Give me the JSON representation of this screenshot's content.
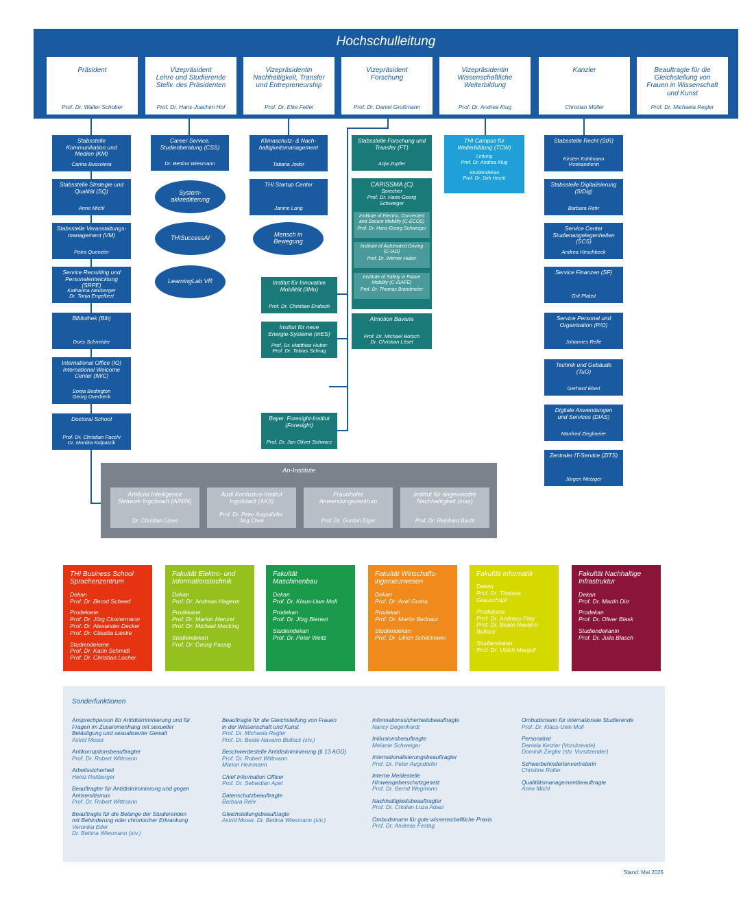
{
  "header": {
    "title": "Hochschulleitung",
    "leaders": [
      {
        "title": "Präsident",
        "person": "Prof. Dr. Walter Schober"
      },
      {
        "title": "Vizepräsident\nLehre und Studierende\nStellv. des Präsidenten",
        "person": "Prof. Dr. Hans-Joachim Hof"
      },
      {
        "title": "Vizepräsidentin\nNachhaltigkeit, Transfer\nund Entrepreneurship",
        "person": "Prof. Dr. Elke Feifel"
      },
      {
        "title": "Vizepräsident\nForschung",
        "person": "Prof. Dr. Daniel Großmann"
      },
      {
        "title": "Vizepräsidentin\nWissenschaftliche\nWeiterbildung",
        "person": "Prof. Dr. Andrea Klug"
      },
      {
        "title": "Kanzler",
        "person": "Christian Müller"
      },
      {
        "title": "Beauftragte für die\nGleichstellung von\nFrauen in Wissenschaft\nund Kunst",
        "person": "Prof. Dr. Michaela Regler"
      }
    ]
  },
  "col1": [
    {
      "title": "Stabsstelle\nKommunikation und\nMedien (KM)",
      "people": "Carina Bussolera"
    },
    {
      "title": "Stabsstelle Strategie und\nQualität (SQ)",
      "people": "Anne Michl"
    },
    {
      "title": "Stabsstelle Veranstaltungs-\nmanagement (VM)",
      "people": "Petra Quenzler"
    },
    {
      "title": "Service Recruiting und\nPersonalentwicklung (SRPE)",
      "people": "Katharina Neuberger\nDr. Tanja Engelbert"
    },
    {
      "title": "Bibliothek (Bib)",
      "people": "Doris Schneider"
    },
    {
      "title": "International Office (IO)\nInternational Welcome\nCenter (IWC)",
      "people": "Sonja Bedington\nGeorg Overbeck"
    },
    {
      "title": "Doctoral School",
      "people": "Prof. Dr. Christian Facchi\nDr. Monika Kolpatzik"
    }
  ],
  "col2": {
    "box": {
      "title": "Career Service,\nStudienberatung (CSS)",
      "people": "Dr. Bettina Wiesmann"
    },
    "ovals": [
      "System-\nakkreditierung",
      "THISuccessAI",
      "LearningLab VR"
    ]
  },
  "col3": {
    "boxes": [
      {
        "title": "Klimaschutz- & Nach-\nhaltigkeitsmanagement",
        "people": "Tatiana Jodor"
      },
      {
        "title": "THI Startup Center",
        "people": "Janine Lang"
      }
    ],
    "oval": "Mensch in\nBewegung"
  },
  "col4": {
    "ft": {
      "title": "Stabsstelle Forschung und\nTransfer (FT)",
      "people": "Anja Zupfer"
    },
    "carissma": {
      "title": "CARISSMA (C)",
      "sub": "Sprecher\nProf. Dr. Hans-Georg\nSchweiger"
    },
    "carissma_inst": [
      {
        "title": "Institute of Electric, Connected\nand Secure Mobility (C-ECOS)",
        "people": "Prof. Dr. Hans-Georg Schweiger"
      },
      {
        "title": "Institute of Automated Driving\n(C-IAD)",
        "people": "Prof. Dr. Werner Huber"
      },
      {
        "title": "Institute of Safety in Future\nMobility (C-ISAFE)",
        "people": "Prof. Dr. Thomas Brandmeier"
      }
    ],
    "aimotion": {
      "title": "AImotion Bavaria",
      "people": "Prof. Dr. Michael Botsch\nDr. Christian Lösel"
    },
    "left_inst": [
      {
        "title": "Institut für Innovative\nMobilität (IIMo)",
        "people": "Prof. Dr. Christian Endisch"
      },
      {
        "title": "Institut für neue\nEnergie-Systeme (InES)",
        "people": "Prof. Dr. Matthias Huber\nProf. Dr. Tobias Schrag"
      },
      {
        "title": "Bayer. Foresight-Institut\n(Foresight)",
        "people": "Prof. Dr. Jan Oliver Schwarz"
      }
    ]
  },
  "col5": {
    "title": "THI Campus für\nWeiterbildung (TCW)",
    "lead": "Leitung\nProf. Dr. Andrea Klug",
    "dean": "Studiendekan\nProf. Dr. Dirk Hecht"
  },
  "col6": [
    {
      "title": "Stabsstelle Recht (StR)",
      "people": "Kirsten Kohlmann\nVizekanzlerin"
    },
    {
      "title": "Stabsstelle Digitalisierung\n(StDig)",
      "people": "Barbara Rehr"
    },
    {
      "title": "Service Center\nStudienangelegenheiten\n(SCS)",
      "people": "Andrea Hirschbeck"
    },
    {
      "title": "Service Finanzen (SF)",
      "people": "Grit Plabst"
    },
    {
      "title": "Service Personal und\nOrganisation (P/O)",
      "people": "Johannes Relle"
    },
    {
      "title": "Technik und Gebäude\n(TuG)",
      "people": "Gerhard Eberl"
    },
    {
      "title": "Digitale Anwendungen\nund Services (DIAS)",
      "people": "Manfred Zieglmeier"
    },
    {
      "title": "Zentraler IT-Service (ZITS)",
      "people": "Jürgen Metzger"
    }
  ],
  "an_institute": {
    "title": "An-Institute",
    "items": [
      {
        "title": "Artificial Intelligence\nNetwork Ingolstadt (AININ)",
        "people": "Dr. Christian Lösel"
      },
      {
        "title": "Audi Konfuzius-Institut\nIngolstadt (AKII)",
        "people": "Prof. Dr. Peter Augsdörfer,\nJing Chen"
      },
      {
        "title": "Fraunhofer\nAnwendungszentrum",
        "people": "Prof. Dr. Gordon Elger"
      },
      {
        "title": "Institut für angewandte\nNachhaltigkeit (inas)",
        "people": "Prof. Dr. Reinhard Büchl"
      }
    ]
  },
  "faculties": [
    {
      "title": "THI Business School\nSprachenzentrum",
      "color": "#e63312",
      "groups": [
        "Dekan\nProf. Dr. Bernd Scheed",
        "Prodekane\nProf. Dr. Jörg Clostermann\nProf. Dr. Alexander Decker\nProf. Dr. Claudia Lieske",
        "Studiendekane\nProf. Dr. Karin Schmidt\nProf. Dr. Christian Locher"
      ]
    },
    {
      "title": "Fakultät Elektro- und\nInformationstechnik",
      "color": "#95c11f",
      "groups": [
        "Dekan\nProf. Dr. Andreas Hagerer",
        "Prodekane\nProf. Dr. Marion Menzel\nProf. Dr. Michael Mecking",
        "Studiendekan\nProf. Dr. Georg Passig"
      ]
    },
    {
      "title": "Fakultät\nMaschinenbau",
      "color": "#1a9a4a",
      "groups": [
        "Dekan\nProf. Dr. Klaus-Uwe Moll",
        "Prodekan\nProf. Dr. Jörg Bienert",
        "Studiendekan\nProf. Dr. Peter Weitz"
      ]
    },
    {
      "title": "Fakultät Wirtschafts-\ningenieurwesen",
      "color": "#f08a1c",
      "groups": [
        "Dekan\nProf. Dr. Axel Groha",
        "Prodekan\nProf. Dr. Martin Bednarz",
        "Studiendekan\nProf. Dr. Ulrich Schlickewei"
      ]
    },
    {
      "title": "Fakultät Informatik",
      "color": "#d6d900",
      "groups": [
        "Dekan\nProf. Dr. Thomas\nGrauschopf",
        "Prodekane\nProf. Dr. Andreas Frey\nProf. Dr. Beate Navarro\nBullock",
        "Studiendekan\nProf. Dr. Ulrich Margull"
      ]
    },
    {
      "title": "Fakultät Nachhaltige\nInfrastruktur",
      "color": "#8a1538",
      "groups": [
        "Dekan\nProf. Dr. Martin Dirr",
        "Prodekan\nProf. Dr. Oliver Blask",
        "Studiendekanin\nProf. Dr. Julia Blasch"
      ]
    }
  ],
  "special": {
    "title": "Sonderfunktionen",
    "columns": [
      [
        {
          "role": "Ansprechperson für Antidiskriminierung und für\nFragen im Zusammenhang mit sexueller\nBelästigung und sexualisierter Gewalt",
          "name": "Astrid Moser"
        },
        {
          "role": "Antikorruptionsbeauftragter",
          "name": "Prof. Dr. Robert Wittmann"
        },
        {
          "role": "Arbeitssicherheit",
          "name": "Heinz Reitberger"
        },
        {
          "role": "Beauftragter für Antidiskriminierung und gegen\nAntisemitismus",
          "name": "Prof. Dr. Robert Wittmann"
        },
        {
          "role": "Beauftragte für die Belange der Studierenden\nmit Behinderung oder chronischer Erkrankung",
          "name": "Veronika Eder\nDr. Bettina Wiesmann (stv.)"
        }
      ],
      [
        {
          "role": "Beauftragte für die Gleichstellung von Frauen\nin der Wissenschaft und Kunst",
          "name": "Prof. Dr. Michaela Regler\nProf. Dr. Beate Navarro Bullock (stv.)"
        },
        {
          "role": "Beschwerdestelle Antidiskriminierung (§ 13 AGG)",
          "name": "Prof. Dr. Robert Wittmann\nMarion Heinmann"
        },
        {
          "role": "Chief Information Officer",
          "name": "Prof. Dr. Sebastian Apel"
        },
        {
          "role": "Datenschutzbeauftragte",
          "name": "Barbara Rehr"
        },
        {
          "role": "Gleichstellungsbeauftragte",
          "name": "Astrid Moser, Dr. Bettina Wiesmann (stv.)"
        }
      ],
      [
        {
          "role": "Informationssicherheitsbeauftragte",
          "name": "Nancy Degenhardt"
        },
        {
          "role": "Inklusionsbeauftragte",
          "name": "Melanie Schweiger"
        },
        {
          "role": "Internationalisierungsbeauftragter",
          "name": "Prof. Dr. Peter Augsdörfer"
        },
        {
          "role": "Interne Meldestelle\nHinweisgeberschutzgesetz",
          "name": "Prof. Dr. Bernd Wegmann"
        },
        {
          "role": "Nachhaltigkeitsbeauftragter",
          "name": "Prof. Dr. Cristian Loza Adaui"
        },
        {
          "role": "Ombudsmann für gute wissenschaftliche Praxis",
          "name": "Prof. Dr. Andreas Festag"
        }
      ],
      [
        {
          "role": "Ombudsmann für internationale Studierende",
          "name": "Prof. Dr. Klaus-Uwe Moll"
        },
        {
          "role": "Personalrat",
          "name": "Daniela Ketzler (Vorsitzende)\nDominik Ziegler (stv. Vorsitzender)"
        },
        {
          "role": "Schwerbehindertenvertreterin",
          "name": "Christine Roller"
        },
        {
          "role": "Qualitätsmanagementbeauftragte",
          "name": "Anne Michl"
        }
      ]
    ]
  },
  "footer": {
    "stand": "Stand: Mai 2025"
  }
}
